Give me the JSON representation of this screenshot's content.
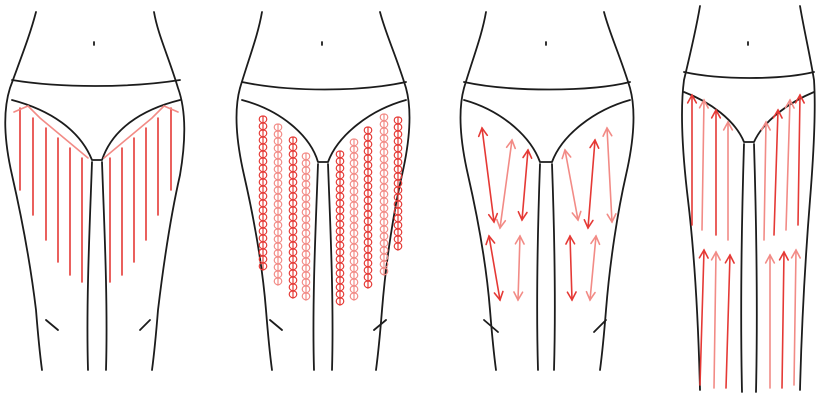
{
  "colors": {
    "outline": "#1c1c1c",
    "stroke_dark": "#e53935",
    "stroke_light": "#f28b86"
  },
  "panels": [
    {
      "id": "panel-1",
      "technique": "upward-strokes"
    },
    {
      "id": "panel-2",
      "technique": "circular-coils"
    },
    {
      "id": "panel-3",
      "technique": "bidirectional-arrows"
    },
    {
      "id": "panel-4",
      "technique": "upward-arrows"
    }
  ]
}
